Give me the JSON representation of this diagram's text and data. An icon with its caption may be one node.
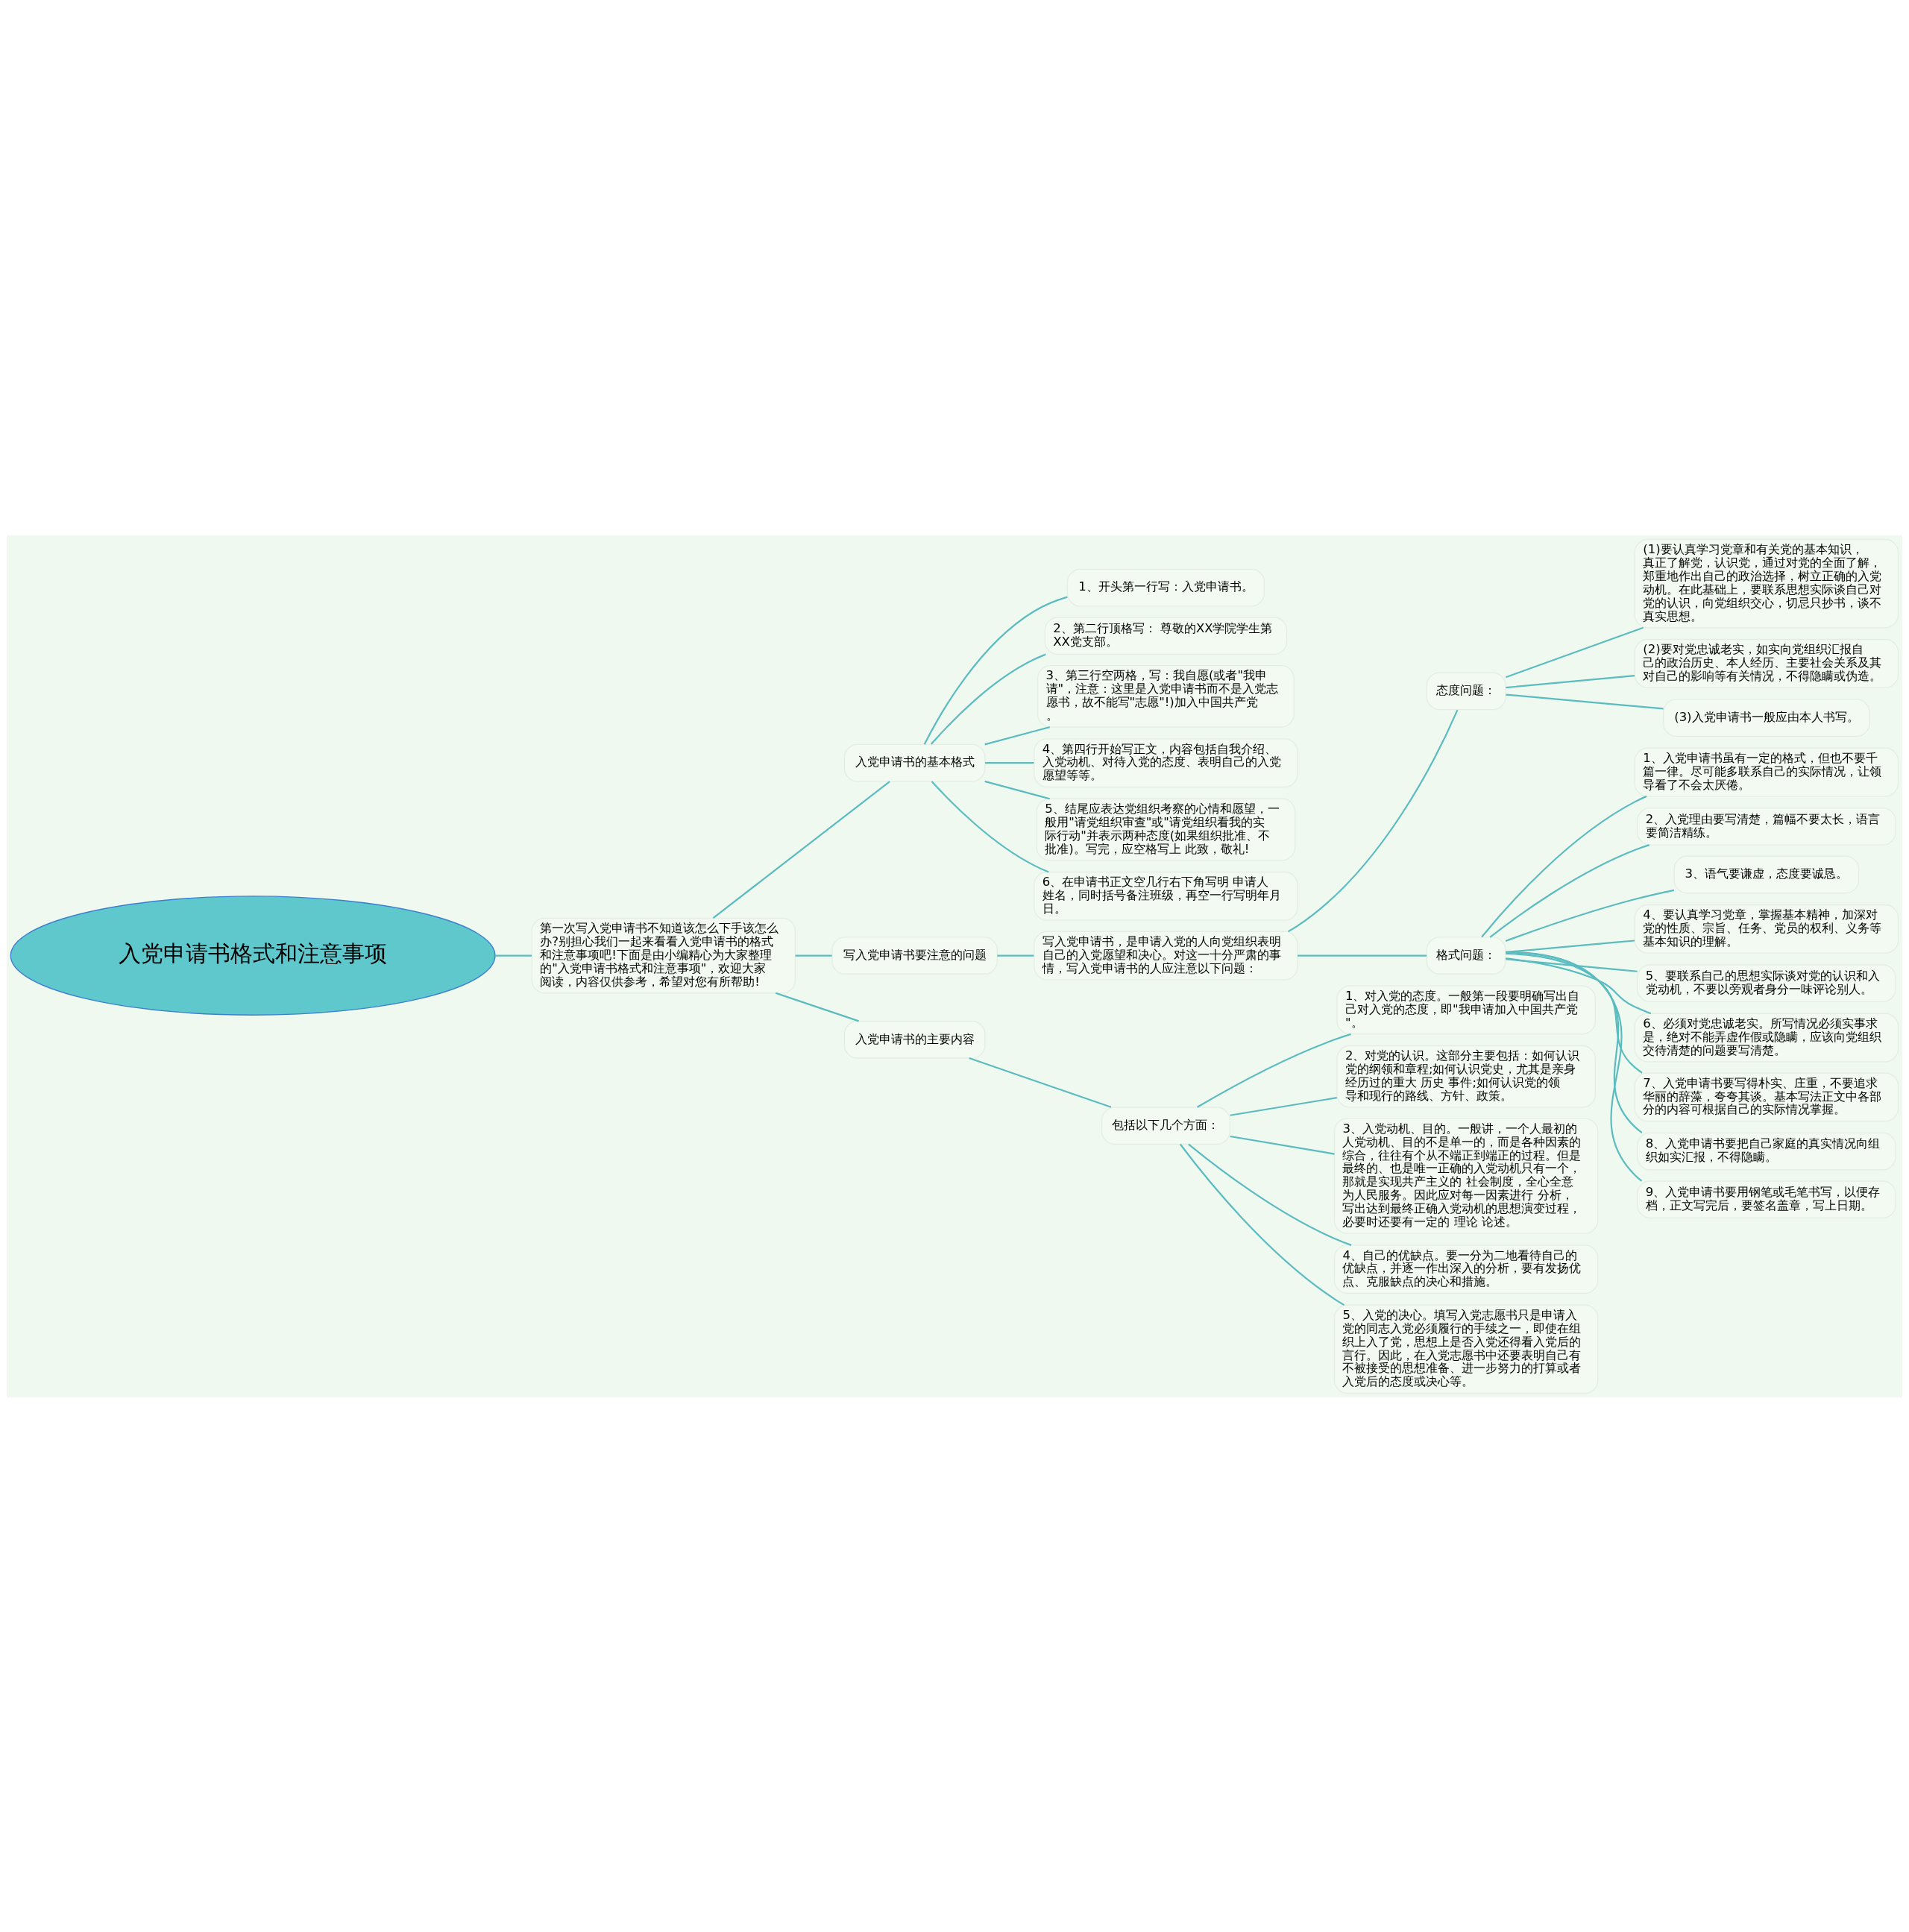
{
  "diagram": {
    "nodes": [
      {
        "text": [
          "入党申请书格式和注意事项"
        ]
      },
      {
        "text": [
          "第一次写入党申请书不知道该怎么下手该怎么办?别担心我们一起来看看入党申请书的格式和注意事项吧!下面是由小编精心为大家整理的\"入党申请书格式和注意事项\"，欢迎大家阅读，内容仅供参考，希望对您有所帮助!"
        ]
      },
      {
        "text": [
          "入党申请书的基本格式"
        ]
      },
      {
        "text": [
          "1、开头第一行写：入党申请书。"
        ]
      },
      {
        "text": [
          "2、第二行顶格写： 尊敬的XX学院学生第XX党支部。"
        ]
      },
      {
        "text": [
          "3、第三行空两格，写：我自愿(或者\"我申请\"，注意：这里是入党申请书而不是入党志愿书，故不能写\"志愿\"!)加入中国共产党。"
        ]
      },
      {
        "text": [
          "4、第四行开始写正文，内容包括自我介绍、入党动机、对待入党的态度、表明自己的入党愿望等等。"
        ]
      },
      {
        "text": [
          "5、结尾应表达党组织考察的心情和愿望，一般用\"请党组织审查\"或\"请党组织看我的实际行动\"并表示两种态度(如果组织批准、不批准)。写完，应空格写上 此致，敬礼!"
        ]
      },
      {
        "text": [
          "6、在申请书正文空几行右下角写明 申请人姓名，同时括号备注班级，再空一行写明年月日。"
        ]
      },
      {
        "text": [
          "写入党申请书要注意的问题"
        ]
      },
      {
        "text": [
          "写入党申请书，是申请入党的人向党组织表明自己的入党愿望和决心。对这一十分严肃的事情，写入党申请书的人应注意以下问题："
        ]
      },
      {
        "text": [
          "态度问题："
        ]
      },
      {
        "text": [
          "(1)要认真学习党章和有关党的基本知识，真正了解党，认识党，通过对党的全面了解，郑重地作出自己的政治选择，树立正确的入党动机。在此基础上，要联系思想实际谈自己对党的认识，向党组织交心，切忌只抄书，谈不真实思想。"
        ]
      },
      {
        "text": [
          "(2)要对党忠诚老实，如实向党组织汇报自己的政治历史、本人经历、主要社会关系及其对自己的影响等有关情况，不得隐瞒或伪造。"
        ]
      },
      {
        "text": [
          "(3)入党申请书一般应由本人书写。"
        ]
      },
      {
        "text": [
          "格式问题："
        ]
      },
      {
        "text": [
          "1、入党申请书虽有一定的格式，但也不要千篇一律。尽可能多联系自己的实际情况，让领导看了不会太厌倦。"
        ]
      },
      {
        "text": [
          "2、入党理由要写清楚，篇幅不要太长，语言要简洁精练。"
        ]
      },
      {
        "text": [
          "3、语气要谦虚，态度要诚恳。"
        ]
      },
      {
        "text": [
          "4、要认真学习党章，掌握基本精神，加深对党的性质、宗旨、任务、党员的权利、义务等基本知识的理解。"
        ]
      },
      {
        "text": [
          "5、要联系自己的思想实际谈对党的认识和入党动机，不要以旁观者身分一味评论别人。"
        ]
      },
      {
        "text": [
          "6、必须对党忠诚老实。所写情况必须实事求是，绝对不能弄虚作假或隐瞒，应该向党组织交待清楚的问题要写清楚。"
        ]
      },
      {
        "text": [
          "7、入党申请书要写得朴实、庄重，不要追求华丽的辞藻，夸夸其谈。基本写法正文中各部分的内容可根据自己的实际情况掌握。"
        ]
      },
      {
        "text": [
          "8、入党申请书要把自己家庭的真实情况向组织如实汇报，不得隐瞒。"
        ]
      },
      {
        "text": [
          "9、入党申请书要用钢笔或毛笔书写，以便存档，正文写完后，要签名盖章，写上日期。"
        ]
      },
      {
        "text": [
          "入党申请书的主要内容"
        ]
      },
      {
        "text": [
          "包括以下几个方面："
        ]
      },
      {
        "text": [
          "1、对入党的态度。一般第一段要明确写出自己对入党的态度，即\"我申请加入中国共产党\"。"
        ]
      },
      {
        "text": [
          "2、对党的认识。这部分主要包括：如何认识党的纲领和章程;如何认识党史，尤其是亲身经历过的重大 历史 事件;如何认识党的领导和现行的路线、方针、政策。"
        ]
      },
      {
        "text": [
          "3、入党动机、目的。一般讲，一个人最初的人党动机、目的不是单一的，而是各种因素的综合，往往有个从不端正到端正的过程。但是最终的、也是唯一正确的入党动机只有一个，那就是实现共产主义的 社会制度，全心全意为人民服务。因此应对每一因素进行 分析，写出达到最终正确入党动机的思想演变过程，必要时还要有一定的 理论 论述。"
        ]
      },
      {
        "text": [
          "4、自己的优缺点。要一分为二地看待自己的优缺点，并逐一作出深入的分析，要有发扬优点、克服缺点的决心和措施。"
        ]
      },
      {
        "text": [
          "5、入党的决心。填写入党志愿书只是申请入党的同志入党必须履行的手续之一，即使在组织上入了党，思想上是否入党还得看入党后的言行。因此，在入党志愿书中还要表明自己有不被接受的思想准备、进一步努力的打算或者入党后的态度或决心等。"
        ]
      }
    ],
    "edges": [
      {
        "from": 0,
        "to": 1,
        "arrow": "none"
      },
      {
        "from": 1,
        "to": 2,
        "arrow": "none"
      },
      {
        "from": 2,
        "to": 3,
        "arrow": "none"
      },
      {
        "from": 2,
        "to": 4,
        "arrow": "none"
      },
      {
        "from": 2,
        "to": 5,
        "arrow": "none"
      },
      {
        "from": 2,
        "to": 6,
        "arrow": "none"
      },
      {
        "from": 2,
        "to": 7,
        "arrow": "none"
      },
      {
        "from": 2,
        "to": 8,
        "arrow": "none"
      },
      {
        "from": 1,
        "to": 9,
        "arrow": "none"
      },
      {
        "from": 9,
        "to": 10,
        "arrow": "none"
      },
      {
        "from": 10,
        "to": 11,
        "arrow": "none"
      },
      {
        "from": 11,
        "to": 12,
        "arrow": "none"
      },
      {
        "from": 11,
        "to": 13,
        "arrow": "none"
      },
      {
        "from": 11,
        "to": 14,
        "arrow": "none"
      },
      {
        "from": 10,
        "to": 15,
        "arrow": "none"
      },
      {
        "from": 15,
        "to": 16,
        "arrow": "none"
      },
      {
        "from": 15,
        "to": 17,
        "arrow": "none"
      },
      {
        "from": 15,
        "to": 18,
        "arrow": "none"
      },
      {
        "from": 15,
        "to": 19,
        "arrow": "none"
      },
      {
        "from": 15,
        "to": 20,
        "arrow": "none"
      },
      {
        "from": 15,
        "to": 21,
        "arrow": "none"
      },
      {
        "from": 15,
        "to": 22,
        "arrow": "none"
      },
      {
        "from": 15,
        "to": 23,
        "arrow": "none"
      },
      {
        "from": 15,
        "to": 24,
        "arrow": "none"
      },
      {
        "from": 1,
        "to": 25,
        "arrow": "none"
      },
      {
        "from": 25,
        "to": 26,
        "arrow": "none"
      },
      {
        "from": 26,
        "to": 27,
        "arrow": "none"
      },
      {
        "from": 26,
        "to": 28,
        "arrow": "none"
      },
      {
        "from": 26,
        "to": 29,
        "arrow": "none"
      },
      {
        "from": 26,
        "to": 30,
        "arrow": "none"
      },
      {
        "from": 26,
        "to": 31,
        "arrow": "none"
      }
    ]
  }
}
